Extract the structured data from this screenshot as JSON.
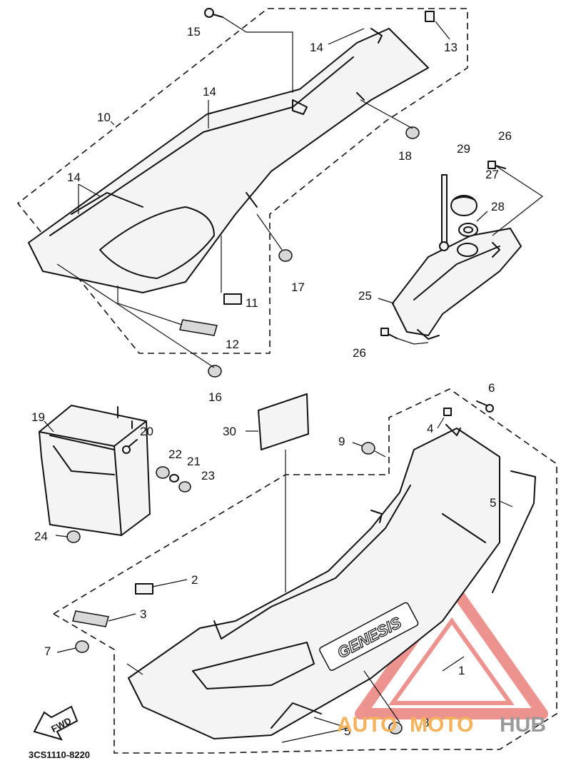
{
  "diagram": {
    "code": "3CS1110-8220",
    "emblem_text": "GENESIS",
    "fwd_label": "FWD",
    "callouts": [
      {
        "id": "c1",
        "label": "1"
      },
      {
        "id": "c2",
        "label": "2"
      },
      {
        "id": "c3",
        "label": "3"
      },
      {
        "id": "c4",
        "label": "4"
      },
      {
        "id": "c5a",
        "label": "5"
      },
      {
        "id": "c5b",
        "label": "5"
      },
      {
        "id": "c6",
        "label": "6"
      },
      {
        "id": "c7",
        "label": "7"
      },
      {
        "id": "c8",
        "label": "8"
      },
      {
        "id": "c9",
        "label": "9"
      },
      {
        "id": "c10",
        "label": "10"
      },
      {
        "id": "c11",
        "label": "11"
      },
      {
        "id": "c12",
        "label": "12"
      },
      {
        "id": "c13",
        "label": "13"
      },
      {
        "id": "c14a",
        "label": "14"
      },
      {
        "id": "c14b",
        "label": "14"
      },
      {
        "id": "c14c",
        "label": "14"
      },
      {
        "id": "c15",
        "label": "15"
      },
      {
        "id": "c16",
        "label": "16"
      },
      {
        "id": "c17",
        "label": "17"
      },
      {
        "id": "c18",
        "label": "18"
      },
      {
        "id": "c19",
        "label": "19"
      },
      {
        "id": "c20",
        "label": "20"
      },
      {
        "id": "c21",
        "label": "21"
      },
      {
        "id": "c22",
        "label": "22"
      },
      {
        "id": "c23",
        "label": "23"
      },
      {
        "id": "c24",
        "label": "24"
      },
      {
        "id": "c25",
        "label": "25"
      },
      {
        "id": "c26a",
        "label": "26"
      },
      {
        "id": "c26b",
        "label": "26"
      },
      {
        "id": "c27",
        "label": "27"
      },
      {
        "id": "c28",
        "label": "28"
      },
      {
        "id": "c29",
        "label": "29"
      },
      {
        "id": "c30",
        "label": "30"
      }
    ]
  },
  "watermark": {
    "text_part1": "AUTO",
    "text_part2": "MOTO",
    "text_part3": "HUB",
    "color_primary": "#f5b25a",
    "color_secondary": "#9a9a9a",
    "triangle_color": "#e8706a"
  }
}
